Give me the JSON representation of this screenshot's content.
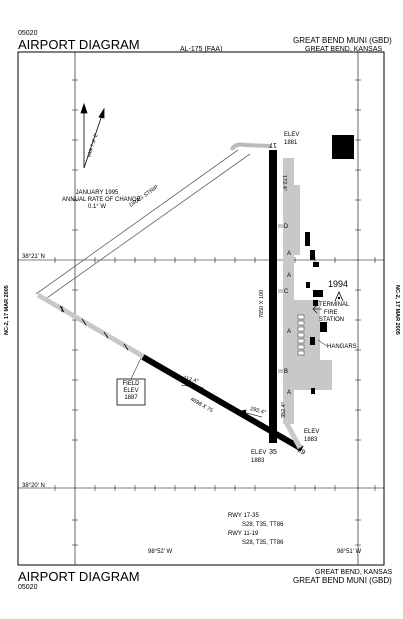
{
  "header": {
    "proc_code": "05020",
    "title": "AIRPORT DIAGRAM",
    "ident_code": "AL-175 (FAA)",
    "airport_name": "GREAT BEND MUNI (GBD)",
    "city": "GREAT BEND, KANSAS"
  },
  "footer": {
    "title": "AIRPORT DIAGRAM",
    "proc_code": "05020",
    "city": "GREAT BEND, KANSAS",
    "airport_name": "GREAT BEND MUNI (GBD)"
  },
  "side_left": "NC-2, 17 MAR 2005",
  "side_right": "NC-2, 17 MAR 2005",
  "lat_labels": {
    "upper": "38°21' N",
    "lower": "38°20' N"
  },
  "lon_labels": {
    "left": "98°52' W",
    "right": "98°51' W"
  },
  "variation": {
    "var": "VAR 7.4° E",
    "date": "JANUARY 1995",
    "rate_label": "ANNUAL RATE OF CHANGE",
    "rate": "0.1° W"
  },
  "drag_strip": "DRAG STRIP",
  "runway_17_35": {
    "end_top": "17",
    "end_bottom": "35",
    "dims": "7850 X 100",
    "hdg_top": "172.4°",
    "hdg_bottom": "352.4°",
    "elev_top_label": "ELEV",
    "elev_top": "1881",
    "elev_bottom_label": "ELEV",
    "elev_bottom": "1883"
  },
  "runway_11_29": {
    "end_bottom": "29",
    "dims": "4698 X 75",
    "hdg_upper": "112.4°",
    "hdg_lower": "292.4°",
    "elev_label": "ELEV",
    "elev": "1883"
  },
  "field_elev": {
    "label1": "FIELD",
    "label2": "ELEV",
    "value": "1887"
  },
  "taxiways": [
    "A",
    "D",
    "A",
    "C",
    "A",
    "B",
    "A"
  ],
  "year_label": "1994",
  "labels": {
    "terminal": "TERMINAL",
    "fire_station_1": "FIRE",
    "fire_station_2": "STATION",
    "hangars": "HANGARS"
  },
  "runway_info": {
    "rwy1": "RWY 17-35",
    "rwy1_strength": "S28, T35, TT86",
    "rwy2": "RWY 11-19",
    "rwy2_strength": "S28, T35, TT86"
  }
}
